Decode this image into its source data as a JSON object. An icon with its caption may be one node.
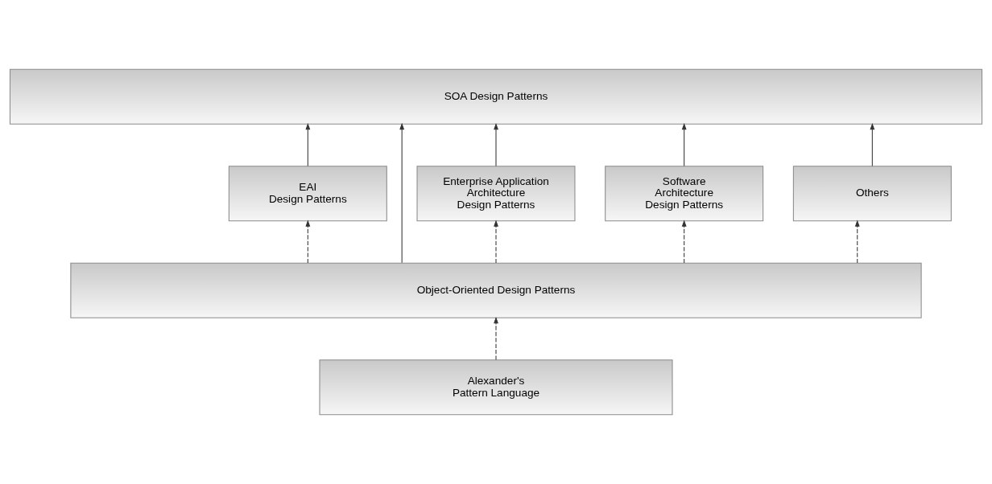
{
  "diagram": {
    "nodes": [
      {
        "text": [
          "SOA Design Patterns"
        ]
      },
      {
        "text": [
          "EAI Design Patterns"
        ]
      },
      {
        "text": [
          "Enterprise Application Architecture Design Patterns"
        ]
      },
      {
        "text": [
          "Software Architecture Design Patterns"
        ]
      },
      {
        "text": [
          "Others"
        ]
      },
      {
        "text": [
          "Object-Oriented Design Patterns"
        ]
      },
      {
        "text": [
          "Alexander's Pattern Language"
        ]
      }
    ],
    "edges": [
      {
        "from": 5,
        "to": 0,
        "arrow": "to"
      },
      {
        "from": 1,
        "to": 0,
        "arrow": "to"
      },
      {
        "from": 2,
        "to": 0,
        "arrow": "to"
      },
      {
        "from": 3,
        "to": 0,
        "arrow": "to"
      },
      {
        "from": 4,
        "to": 0,
        "arrow": "to"
      },
      {
        "from": 5,
        "to": 1,
        "arrow": "to",
        "style": "dashed"
      },
      {
        "from": 5,
        "to": 2,
        "arrow": "to",
        "style": "dashed"
      },
      {
        "from": 5,
        "to": 3,
        "arrow": "to",
        "style": "dashed"
      },
      {
        "from": 5,
        "to": 4,
        "arrow": "to",
        "style": "dashed"
      },
      {
        "from": 6,
        "to": 5,
        "arrow": "to",
        "style": "dashed"
      }
    ]
  }
}
